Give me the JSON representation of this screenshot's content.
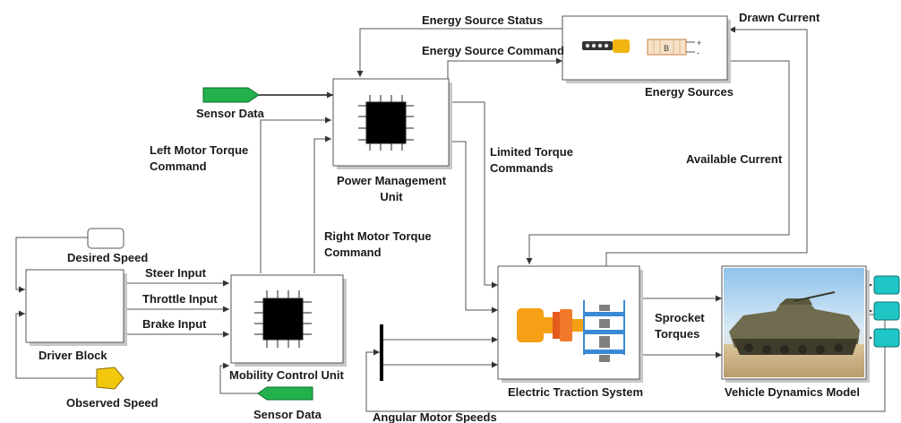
{
  "colors": {
    "goto_green": "#22b14c",
    "observed_yellow": "#f2c80f",
    "outport_cyan": "#1fc6c6",
    "chip_black": "#000000",
    "engine_orange": "#f5a015",
    "motor_red": "#e55b1e",
    "gear_blue": "#3a8ad6"
  },
  "blocks": {
    "power_management": "Power Management Unit",
    "power_management_line1": "Power Management",
    "power_management_line2": "Unit",
    "energy_sources": "Energy Sources",
    "energy_battery_glyph": "B",
    "energy_plus": "+",
    "energy_minus": "-",
    "mobility_control": "Mobility Control Unit",
    "driver_block": "Driver Block",
    "electric_traction": "Electric Traction System",
    "vehicle_dynamics": "Vehicle Dynamics Model",
    "desired_speed": "Desired Speed",
    "observed_speed": "Observed Speed",
    "sensor_data_top": "Sensor Data",
    "sensor_data_bottom": "Sensor Data"
  },
  "signals": {
    "energy_source_status": "Energy Source Status",
    "energy_source_command": "Energy Source Command",
    "drawn_current": "Drawn Current",
    "available_current": "Available Current",
    "left_motor_torque_line1": "Left Motor Torque",
    "left_motor_torque_line2": "Command",
    "right_motor_torque_line1": "Right Motor Torque",
    "right_motor_torque_line2": "Command",
    "limited_torque_line1": "Limited Torque",
    "limited_torque_line2": "Commands",
    "steer_input": "Steer Input",
    "throttle_input": "Throttle Input",
    "brake_input": "Brake Input",
    "sprocket_torques_line1": "Sprocket",
    "sprocket_torques_line2": "Torques",
    "angular_motor_speeds": "Angular Motor Speeds"
  }
}
